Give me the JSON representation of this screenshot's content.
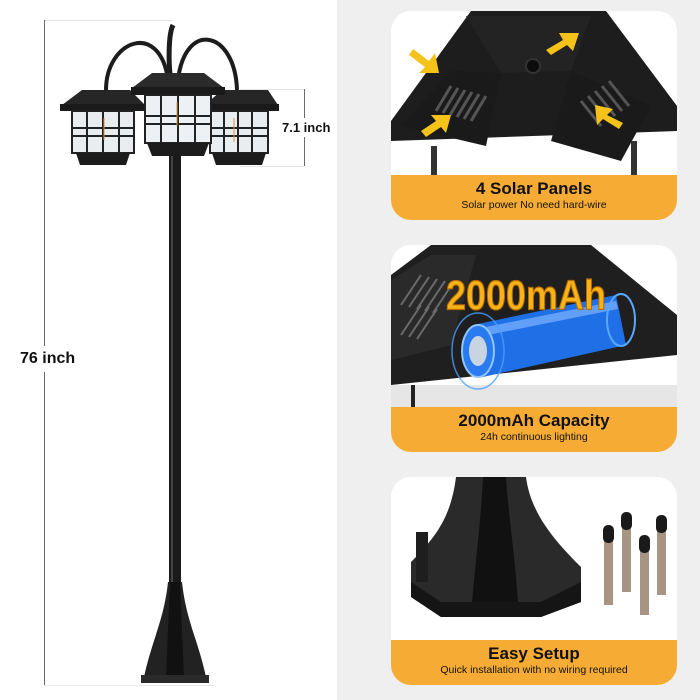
{
  "dimensions": {
    "height_label": "76 inch",
    "lantern_label": "7.1 inch"
  },
  "features": [
    {
      "title": "4 Solar Panels",
      "subtitle": "Solar power No need hard-wire",
      "image": "solar-panel-lamp-top"
    },
    {
      "title": "2000mAh Capacity",
      "subtitle": "24h continuous lighting",
      "image": "battery-inside-lamp",
      "overlay_text": "2000mAh"
    },
    {
      "title": "Easy Setup",
      "subtitle": "Quick installation with no wiring required",
      "image": "lamp-base-and-anchor-bolts"
    }
  ],
  "colors": {
    "banner": "#f6ac34",
    "right_background": "#efefef",
    "lamp_body": "#1c1c1c",
    "arrow": "#f5c21a",
    "battery": "#1f6fe6"
  }
}
